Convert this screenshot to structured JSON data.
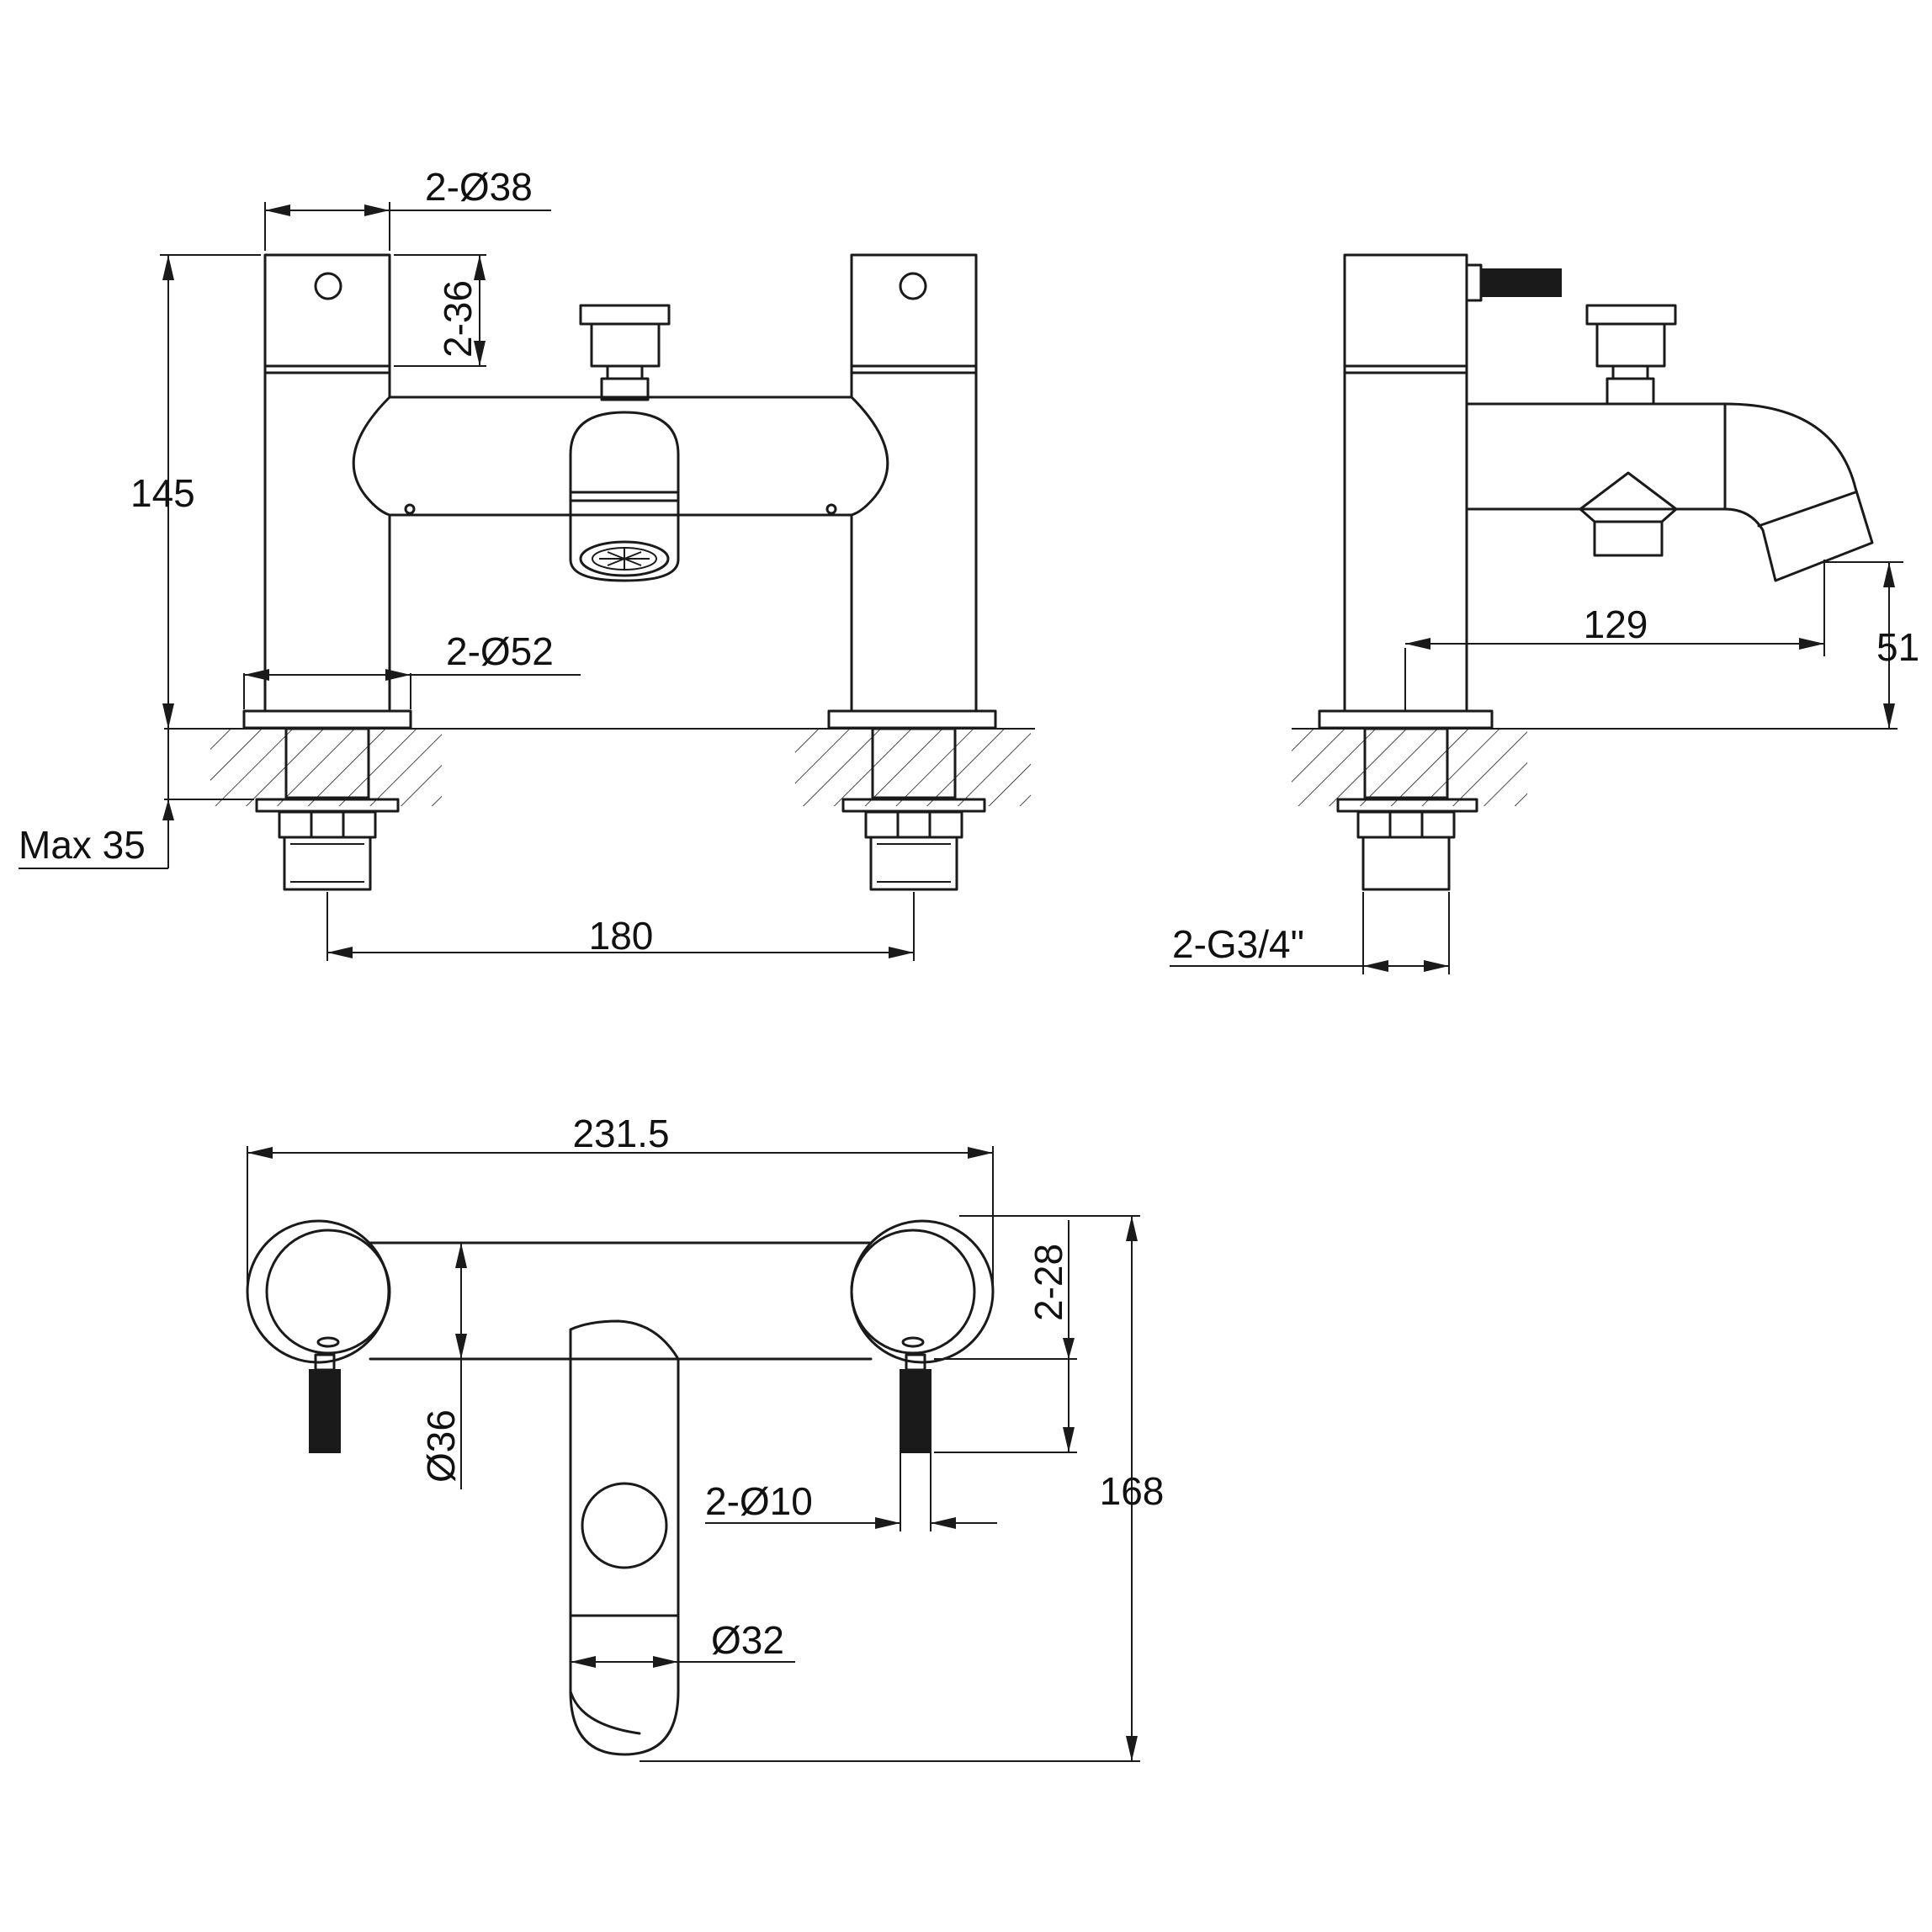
{
  "dimensions": {
    "handle_diameter": "2-Ø38",
    "handle_height": "2-36",
    "overall_height": "145",
    "base_diameter": "2-Ø52",
    "max_deck": "Max 35",
    "centres": "180",
    "spout_reach": "129",
    "spout_height": "51",
    "inlet_thread": "2-G3/4\"",
    "overall_width": "231.5",
    "lever_length": "2-28",
    "body_diameter": "Ø36",
    "lever_diameter": "2-Ø10",
    "spout_diameter": "Ø32",
    "overall_depth": "168"
  },
  "colors": {
    "line": "#1a1a1a",
    "background": "#ffffff"
  }
}
